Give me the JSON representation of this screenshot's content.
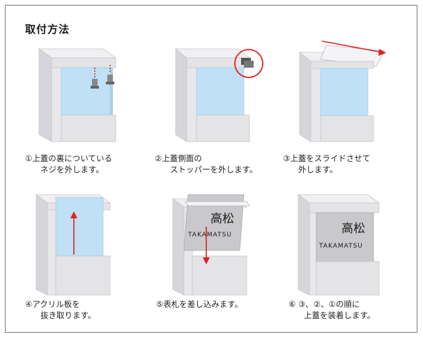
{
  "title": "取付方法",
  "plate": {
    "name_kanji": "高松",
    "name_roman": "TAKAMATSU"
  },
  "steps": [
    {
      "num": "①",
      "line1": "上蓋の裏についている",
      "line2": "ネジを外します。"
    },
    {
      "num": "②",
      "line1": "上蓋側面の",
      "line2": "ストッパーを外します。"
    },
    {
      "num": "③",
      "line1": "上蓋をスライドさせて",
      "line2": "外します。"
    },
    {
      "num": "④",
      "line1": "アクリル板を",
      "line2": "抜き取ります。"
    },
    {
      "num": "⑤",
      "line1": "表札を差し込みます。",
      "line2": ""
    },
    {
      "num": "⑥",
      "line1": " ③、②、①の順に",
      "line2": "上蓋を装着します。"
    }
  ],
  "colors": {
    "frame": "#e6e6e8",
    "frame_shade": "#cfcfd3",
    "glass": "#bfe0f5",
    "arrow": "#e02020",
    "plate": "#c9c9cc"
  }
}
